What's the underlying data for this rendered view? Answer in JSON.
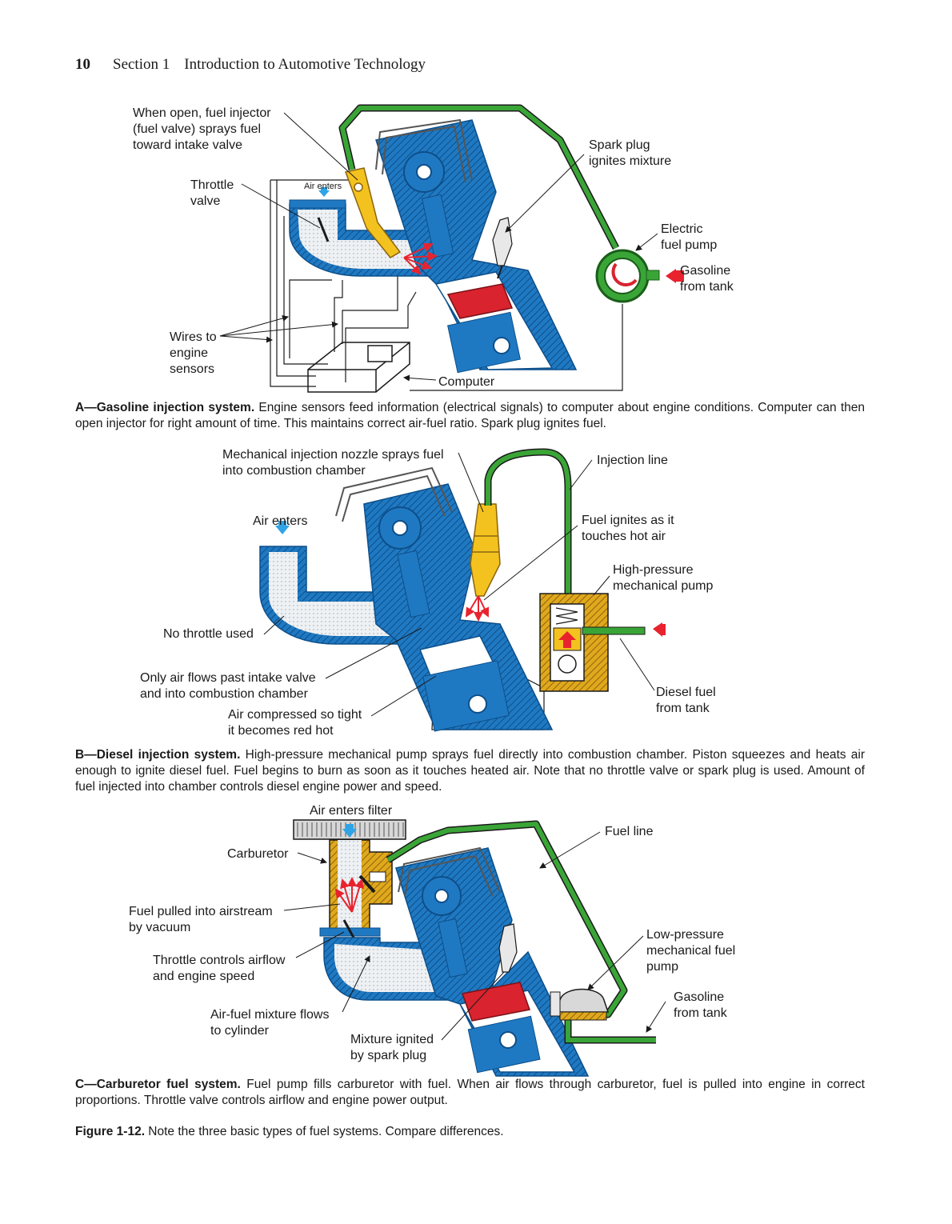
{
  "header": {
    "page_number": "10",
    "section": "Section 1",
    "title": "Introduction to Automotive Technology"
  },
  "figA": {
    "labels": {
      "injector": [
        "When open, fuel injector",
        "(fuel valve) sprays fuel",
        "toward intake valve"
      ],
      "throttle": [
        "Throttle",
        "valve"
      ],
      "air": "Air enters",
      "spark": [
        "Spark plug",
        "ignites mixture"
      ],
      "pump": [
        "Electric",
        "fuel pump"
      ],
      "gas": [
        "Gasoline",
        "from tank"
      ],
      "wires": [
        "Wires to",
        "engine",
        "sensors"
      ],
      "computer": "Computer"
    },
    "caption_title": "A—Gasoline injection system.",
    "caption_text": " Engine sensors feed information (electrical signals) to computer about engine conditions. Computer can then open injector for right amount of time. This maintains correct air-fuel ratio. Spark plug ignites fuel."
  },
  "figB": {
    "labels": {
      "nozzle": [
        "Mechanical injection nozzle sprays fuel",
        "into combustion chamber"
      ],
      "line": "Injection line",
      "air": "Air enters",
      "ignites": [
        "Fuel ignites as it",
        "touches hot air"
      ],
      "hpump": [
        "High-pressure",
        "mechanical pump"
      ],
      "nothrottle": "No throttle used",
      "onlyair": [
        "Only air flows past intake valve",
        "and into combustion chamber"
      ],
      "compressed": [
        "Air compressed so tight",
        "it becomes red hot"
      ],
      "diesel": [
        "Diesel fuel",
        "from tank"
      ]
    },
    "caption_title": "B—Diesel injection system.",
    "caption_text": " High-pressure mechanical pump sprays fuel directly into combustion chamber. Piston squeezes and heats air enough to ignite diesel fuel. Fuel begins to burn as soon as it touches heated air. Note that no throttle valve or spark plug is used. Amount of fuel injected into chamber controls diesel engine power and speed."
  },
  "figC": {
    "labels": {
      "filter": "Air enters filter",
      "fuelline": "Fuel line",
      "carb": "Carburetor",
      "pulled": [
        "Fuel pulled into airstream",
        "by vacuum"
      ],
      "throttle": [
        "Throttle controls airflow",
        "and engine speed"
      ],
      "lpump": [
        "Low-pressure",
        "mechanical fuel",
        "pump"
      ],
      "gas": [
        "Gasoline",
        "from tank"
      ],
      "mixture": [
        "Air-fuel mixture flows",
        "to cylinder"
      ],
      "ignited": [
        "Mixture ignited",
        "by spark plug"
      ]
    },
    "caption_title": "C—Carburetor fuel system.",
    "caption_text": " Fuel pump fills carburetor with fuel. When air flows through carburetor, fuel is pulled into engine in correct proportions. Throttle valve controls airflow and engine power output."
  },
  "figure_caption": {
    "title": "Figure 1-12.",
    "text": " Note the three basic types of fuel systems. Compare differences."
  },
  "colors": {
    "engine_blue": "#1f79c2",
    "fuel_green": "#3aa537",
    "injector_yellow": "#f4c21e",
    "piston_red": "#d9232e",
    "carb_gold": "#e0a81c"
  }
}
